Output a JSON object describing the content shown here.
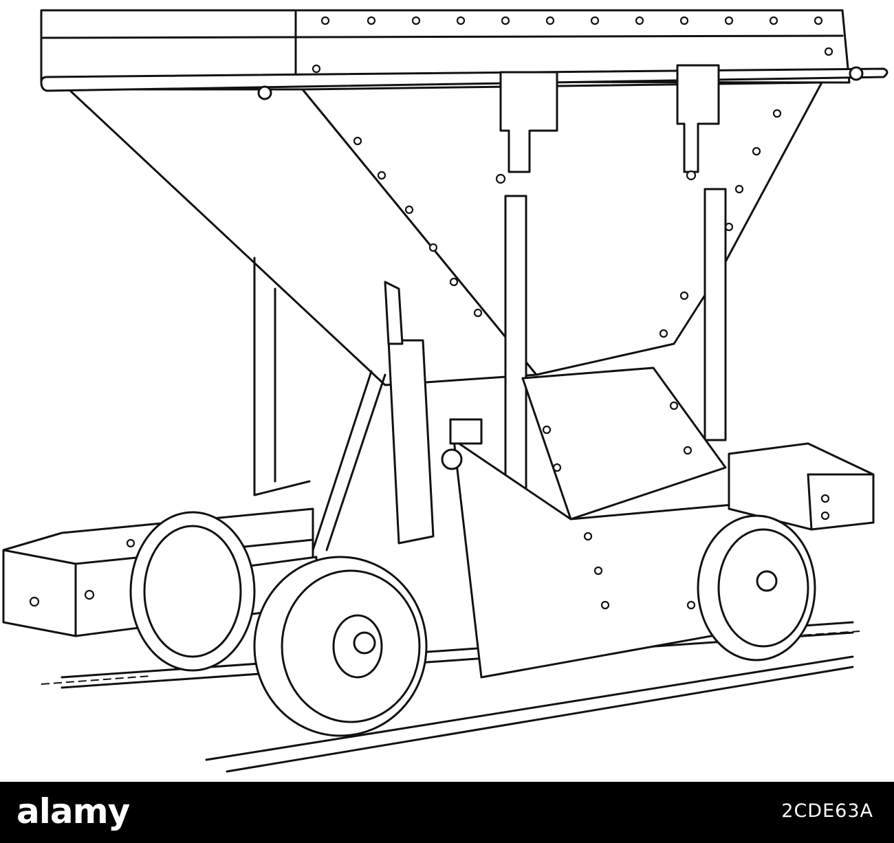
{
  "figure": {
    "subject": "hopper-rail-car-illustration"
  },
  "watermark": {
    "brand": "alamy",
    "image_id": "2CDE63A",
    "bar_color": "#000000",
    "text_color": "#ffffff"
  }
}
